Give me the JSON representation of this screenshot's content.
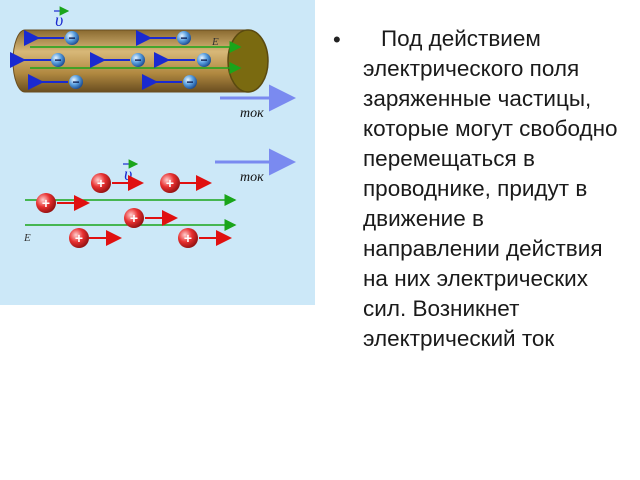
{
  "slide": {
    "body_text": "Под действием электрического поля заряженные частицы, которые могут свободно перемещаться в проводнике, придут в движение в направлении действия на них электрических сил. Возникнет электрический ток",
    "bullet": "•"
  },
  "illustration": {
    "velocity_symbol": "υ",
    "field_symbol": "E",
    "current_label_top": "ток",
    "current_label_bottom": "ток",
    "electron_sign": "−",
    "proton_sign": "+"
  },
  "colors": {
    "panel_bg": "#cce8f8",
    "conductor": "#b8924a",
    "field_line": "#1aa51a",
    "electron_arrow": "#1a2ad0",
    "proton_arrow": "#e01010",
    "current_arrow": "#7a8af0"
  }
}
